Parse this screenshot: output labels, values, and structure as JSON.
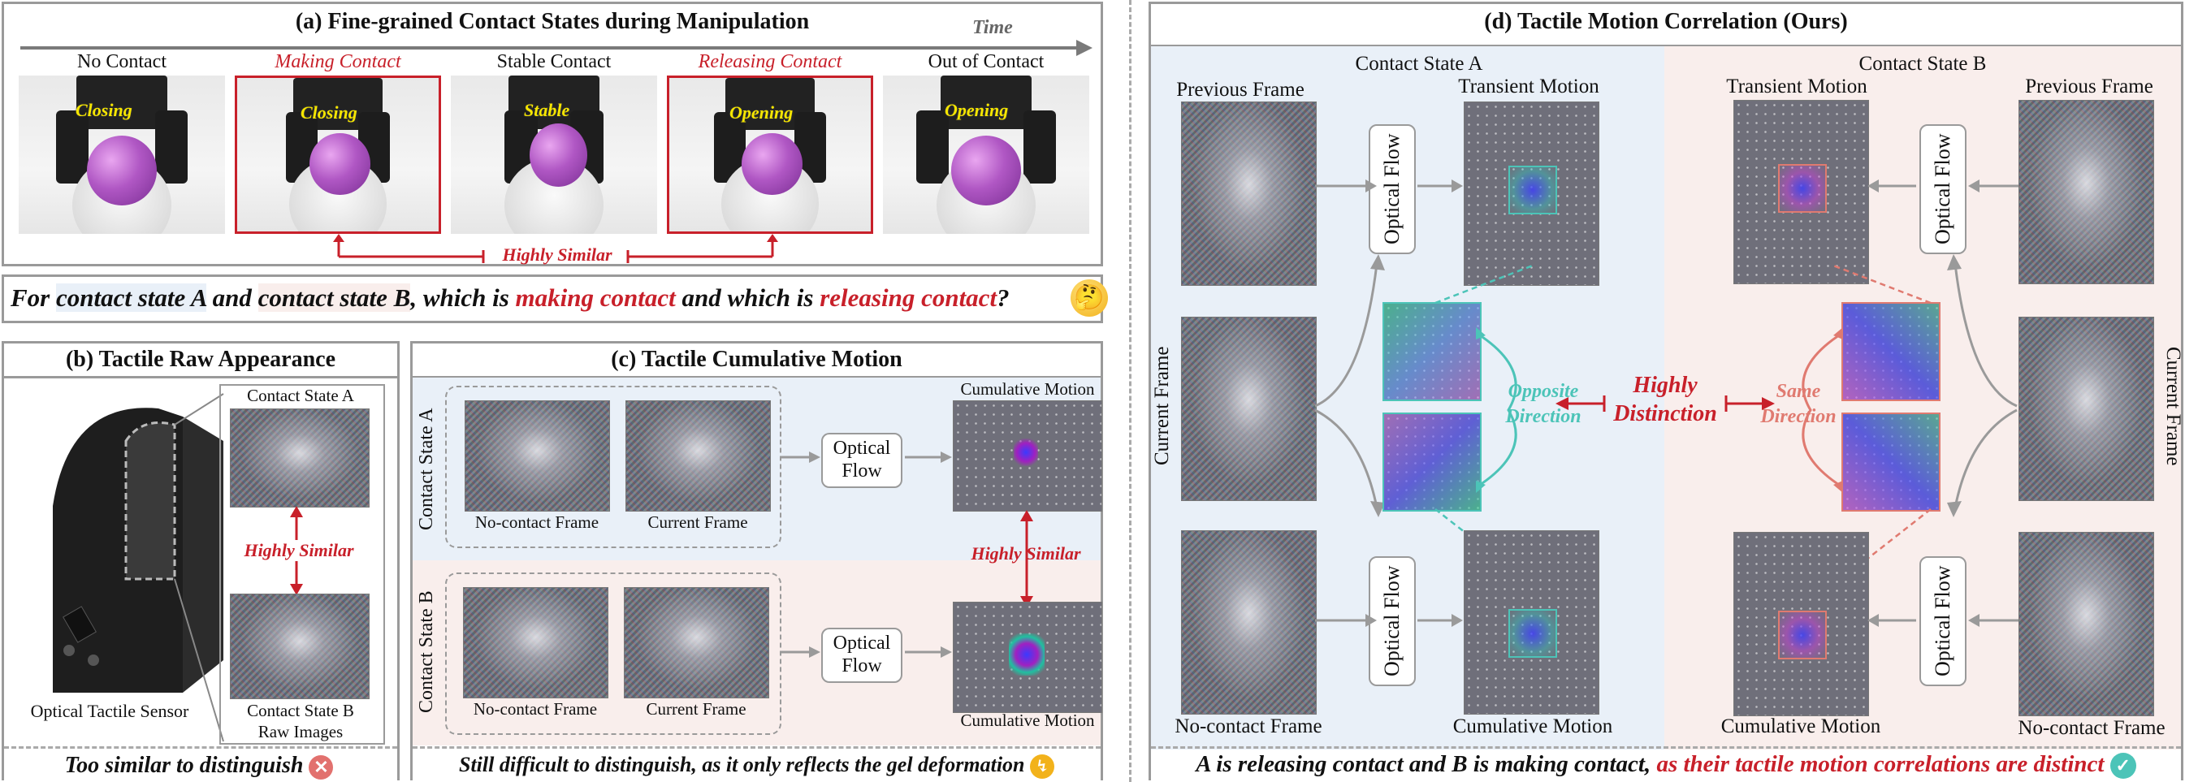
{
  "panel_a": {
    "title": "(a) Fine-grained Contact States during Manipulation",
    "time_label": "Time",
    "states": [
      {
        "label": "No Contact",
        "action": "Closing",
        "highlight": false
      },
      {
        "label": "Making Contact",
        "action": "Closing",
        "highlight": true
      },
      {
        "label": "Stable Contact",
        "action": "Stable",
        "highlight": false
      },
      {
        "label": "Releasing Contact",
        "action": "Opening",
        "highlight": true
      },
      {
        "label": "Out of Contact",
        "action": "Opening",
        "highlight": false
      }
    ],
    "similarity_label": "Highly Similar"
  },
  "question": {
    "prefix": "For ",
    "state_a": "contact state A",
    "mid1": " and ",
    "state_b": "contact state B",
    "mid2": ", which is ",
    "making": "making contact",
    "mid3": " and which is ",
    "releasing": "releasing contact",
    "suffix": "?"
  },
  "panel_b": {
    "title": "(b) Tactile Raw Appearance",
    "state_a": "Contact State A",
    "state_b": "Contact State B",
    "similarity_label": "Highly Similar",
    "sensor_label": "Optical Tactile Sensor",
    "images_label": "Raw Images",
    "footer": "Too similar to distinguish"
  },
  "panel_c": {
    "title": "(c) Tactile Cumulative Motion",
    "row_a_label": "Contact State A",
    "row_b_label": "Contact State B",
    "no_contact_frame": "No-contact Frame",
    "current_frame": "Current Frame",
    "optical_flow": "Optical Flow",
    "cumulative_motion": "Cumulative Motion",
    "similarity_label": "Highly Similar",
    "footer": "Still difficult to distinguish, as it only reflects the gel deformation"
  },
  "panel_d": {
    "title": "(d) Tactile Motion Correlation (Ours)",
    "state_a": "Contact State A",
    "state_b": "Contact State B",
    "previous_frame": "Previous Frame",
    "transient_motion": "Transient Motion",
    "current_frame": "Current Frame",
    "no_contact_frame": "No-contact Frame",
    "cumulative_motion": "Cumulative Motion",
    "optical_flow": "Optical Flow",
    "opposite_direction": "Opposite Direction",
    "same_direction": "Same Direction",
    "highly_distinction": "Highly Distinction",
    "footer_black": "A is releasing contact and B is making contact, ",
    "footer_red": "as their tactile motion correlations are distinct"
  },
  "colors": {
    "accent_red": "#c8202a",
    "tint_blue": "#e9f0f8",
    "tint_pink": "#f9eeec",
    "teal": "#4cc4b8",
    "salmon": "#e07a70"
  }
}
